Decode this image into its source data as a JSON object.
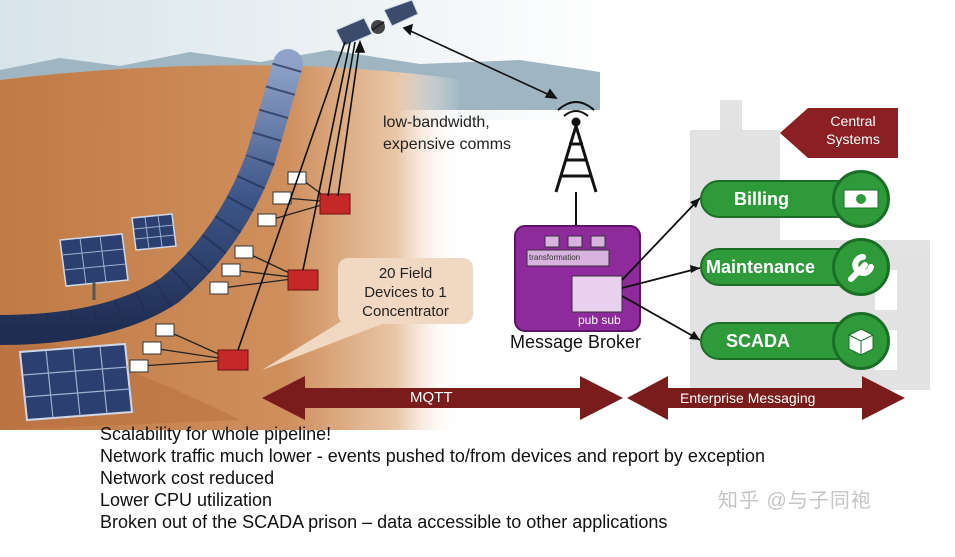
{
  "title_labels": {
    "comms": [
      "low-bandwidth,",
      "expensive comms"
    ],
    "concentrator": [
      "20 Field",
      "Devices to 1",
      "Concentrator"
    ],
    "broker": "Message Broker",
    "transformation": "transformation",
    "pubsub": "pub sub",
    "central": [
      "Central",
      "Systems"
    ]
  },
  "services": [
    {
      "label": "Billing",
      "icon": "money-icon"
    },
    {
      "label": "Maintenance",
      "icon": "wrench-icon"
    },
    {
      "label": "SCADA",
      "icon": "box-icon"
    }
  ],
  "arrows": {
    "mqtt": "MQTT",
    "enterprise": "Enterprise Messaging"
  },
  "bullets": [
    "Scalability for whole pipeline!",
    "Network traffic much lower - events pushed to/from devices and report by exception",
    "Network cost reduced",
    "Lower CPU utilization",
    "Broken out of the SCADA prison – data accessible to other applications"
  ],
  "watermark": "知乎 @与子同袍",
  "colors": {
    "ground": "#c98552",
    "sky": "#dfe9ee",
    "broker": "#8e2a9c",
    "service_green": "#2e9a3a",
    "dark_red": "#7a1c1c",
    "device_red": "#c62828"
  }
}
